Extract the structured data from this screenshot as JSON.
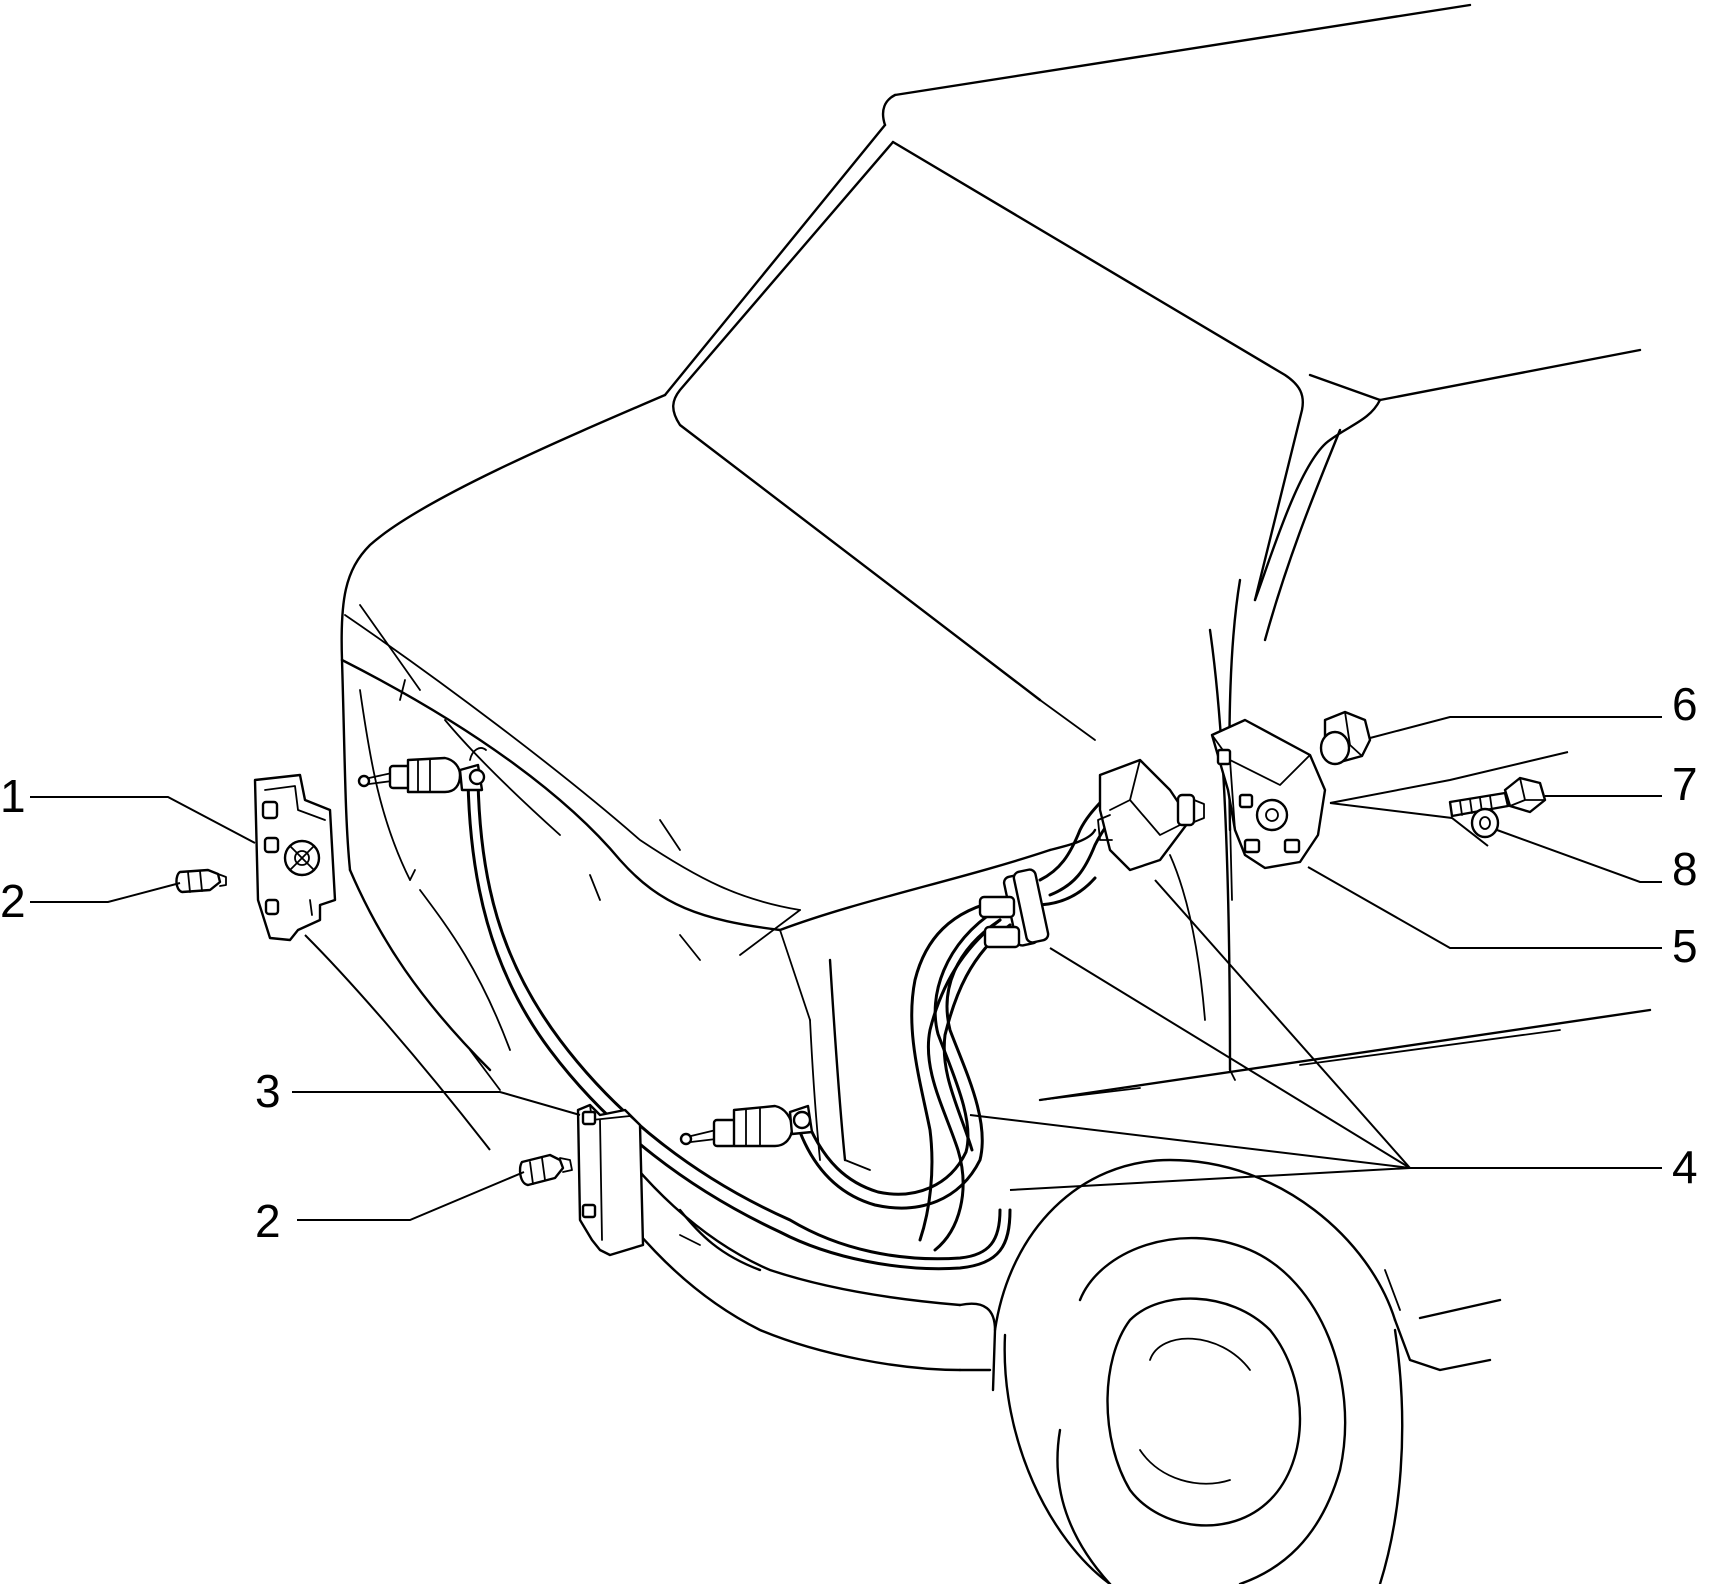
{
  "diagram": {
    "callouts": [
      {
        "id": "c1",
        "label": "1"
      },
      {
        "id": "c2a",
        "label": "2"
      },
      {
        "id": "c3",
        "label": "3"
      },
      {
        "id": "c2b",
        "label": "2"
      },
      {
        "id": "c6",
        "label": "6"
      },
      {
        "id": "c7",
        "label": "7"
      },
      {
        "id": "c8",
        "label": "8"
      },
      {
        "id": "c5",
        "label": "5"
      },
      {
        "id": "c4",
        "label": "4"
      }
    ]
  }
}
